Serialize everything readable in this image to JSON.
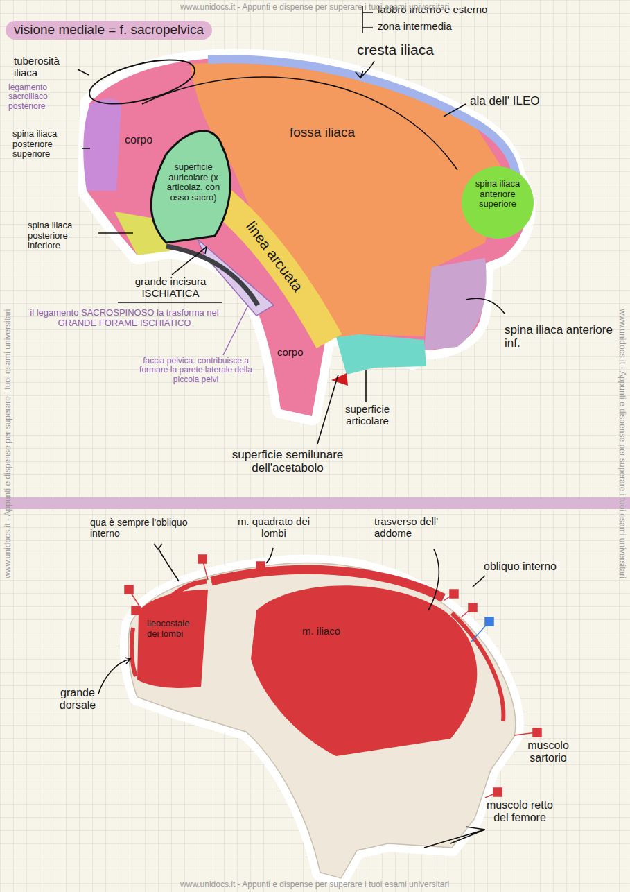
{
  "diagram": {
    "title": "visione mediale = f. sacropelvica",
    "labels": [
      "labbro interno e esterno",
      "zona intermedia",
      "cresta iliaca",
      "tuberosità iliaca",
      "legamento sacroiliaco posteriore",
      "ala dell' ILEO",
      "corpo",
      "fossa iliaca",
      "spina iliaca posteriore superiore",
      "superficie auricolare (x articolaz. con osso sacro)",
      "spina iliaca anteriore superiore",
      "spina iliaca posteriore inferiore",
      "linea arcuata",
      "grande incisura ISCHIATICA",
      "il legamento SACROSPINOSO la trasforma nel GRANDE FORAME ISCHIATICO",
      "spina iliaca anteriore inf.",
      "corpo",
      "faccia pelvica: contribuisce a formare la parete laterale della piccola pelvi",
      "superficie articolare",
      "superficie semilunare dell'acetabolo",
      "qua è sempre l'obliquo interno",
      "m. quadrato dei lombi",
      "trasverso dell' addome",
      "obliquo interno",
      "ileocostale dei lombi",
      "m. iliaco",
      "grande dorsale",
      "muscolo sartorio",
      "muscolo retto del femore",
      "www.unidocs.it - Appunti e dispense per superare i tuoi esami universitari",
      "www.unidocs.it - Appunti e dispense per superare i tuoi esami universitari",
      "www.unidocs.it - Appunti e dispense per superare i tuoi esami universitari",
      "www.unidocs.it - Appunti e dispense per superare i tuoi esami universitari"
    ]
  }
}
